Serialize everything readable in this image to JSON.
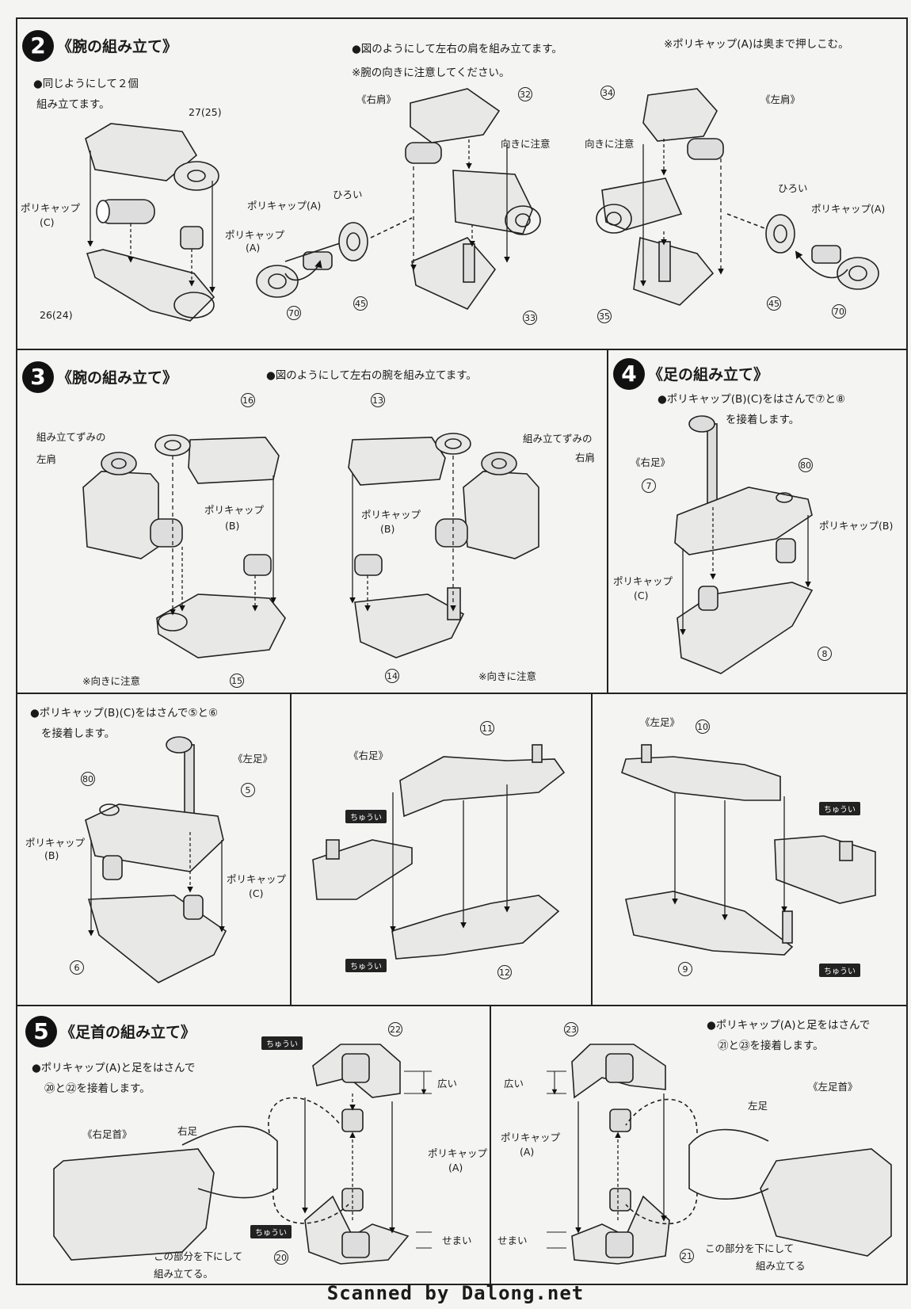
{
  "s2": {
    "num": "2",
    "title": "《腕の組み立て》",
    "note1a": "●同じようにして２個",
    "note1b": "組み立てます。",
    "note2a": "●図のようにして左右の肩を組み立てます。",
    "note2b": "※腕の向きに注意してください。",
    "note3": "※ポリキャップ(A)は奥まで押しこむ。",
    "right_shoulder": "《右肩》",
    "left_shoulder": "《左肩》",
    "facing_r": "向きに注意",
    "facing_l": "向きに注意",
    "wide_r": "ひろい",
    "wide_l": "ひろい",
    "polycap_a": "ポリキャップ",
    "polycap_a2": "(A)",
    "polycap_c": "ポリキャップ",
    "polycap_c2": "(C)",
    "polycap_a_mid": "ポリキャップ(A)",
    "polycap_a_right": "ポリキャップ(A)",
    "p27": "27(25)",
    "p26": "26(24)",
    "p70a": "70",
    "p45a": "45",
    "p32": "32",
    "p33": "33",
    "p34": "34",
    "p35": "35",
    "p45b": "45",
    "p70b": "70"
  },
  "s3": {
    "num": "3",
    "title": "《腕の組み立て》",
    "note": "●図のようにして左右の腕を組み立てます。",
    "assembled_l1": "組み立てずみの",
    "assembled_l2": "左肩",
    "assembled_r1": "組み立てずみの",
    "assembled_r2": "右肩",
    "polycap_b_l": "ポリキャップ",
    "polycap_b_l2": "(B)",
    "polycap_b_r": "ポリキャップ",
    "polycap_b_r2": "(B)",
    "caution_l": "※向きに注意",
    "caution_r": "※向きに注意",
    "p16": "16",
    "p15": "15",
    "p13": "13",
    "p14": "14"
  },
  "s4": {
    "num": "4",
    "title": "《足の組み立て》",
    "note1": "●ポリキャップ(B)(C)をはさんで⑦と⑧",
    "note2": "を接着します。",
    "right_leg": "《右足》",
    "polycap_b": "ポリキャップ(B)",
    "polycap_c": "ポリキャップ",
    "polycap_c2": "(C)",
    "p80": "80",
    "p7": "7",
    "p8": "8"
  },
  "s4b": {
    "note1": "●ポリキャップ(B)(C)をはさんで⑤と⑥",
    "note2": "を接着します。",
    "left_leg": "《左足》",
    "polycap_b": "ポリキャップ",
    "polycap_b2": "(B)",
    "polycap_c": "ポリキャップ",
    "polycap_c2": "(C)",
    "p80": "80",
    "p5": "5",
    "p6": "6"
  },
  "s4c": {
    "right_leg": "《右足》",
    "caution1": "ちゅうい",
    "caution2": "ちゅうい",
    "p11": "11",
    "p12": "12"
  },
  "s4d": {
    "left_leg": "《左足》",
    "caution1": "ちゅうい",
    "caution2": "ちゅうい",
    "p10": "10",
    "p9": "9"
  },
  "s5": {
    "num": "5",
    "title": "《足首の組み立て》",
    "note1": "●ポリキャップ(A)と足をはさんで",
    "note2": "⑳と㉒を接着します。",
    "right_ankle": "《右足首》",
    "right_foot": "右足",
    "face_down1": "この部分を下にして",
    "face_down2": "組み立てる。",
    "polycap_a": "ポリキャップ",
    "polycap_a2": "(A)",
    "wide": "広い",
    "narrow": "せまい",
    "caution1": "ちゅうい",
    "caution2": "ちゅうい",
    "p22": "22",
    "p20": "20"
  },
  "s5b": {
    "note1": "●ポリキャップ(A)と足をはさんで",
    "note2": "㉑と㉓を接着します。",
    "left_ankle": "《左足首》",
    "left_foot": "左足",
    "face_down1": "この部分を下にして",
    "face_down2": "組み立てる",
    "polycap_a": "ポリキャップ",
    "polycap_a2": "(A)",
    "wide": "広い",
    "narrow": "せまい",
    "p23": "23",
    "p21": "21"
  },
  "footer": "Scanned by Dalong.net"
}
